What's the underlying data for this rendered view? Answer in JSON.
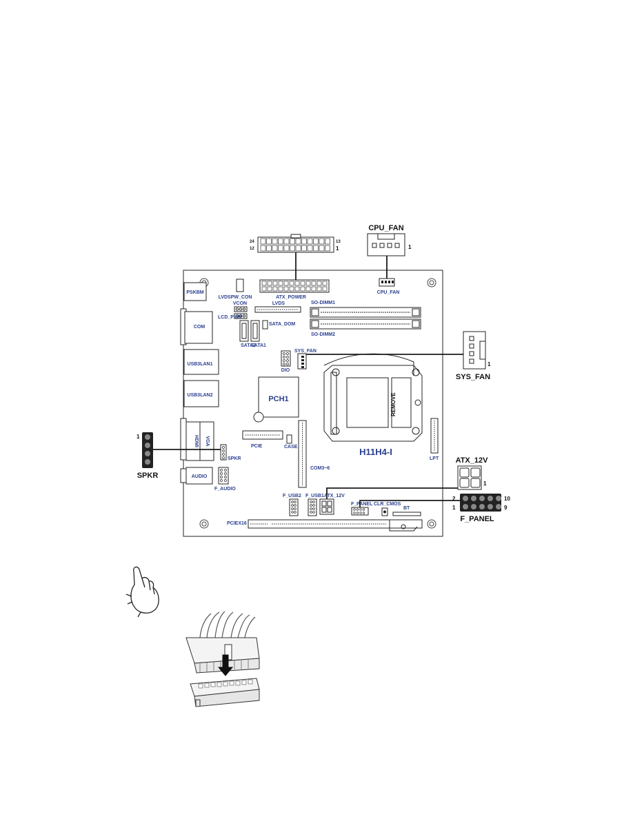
{
  "board": {
    "model": "H11H4-I",
    "chipset": "PCH1",
    "colors": {
      "label": "#2a3f8f",
      "port": "#3e57a8",
      "line": "#1a1a1a"
    }
  },
  "labels": {
    "ps2": "PSKBM",
    "com": "COM",
    "usb_lan1": "USB3LAN1",
    "usb_lan2": "USB3LAN2",
    "hdmi": "HDMI",
    "vga": "VGA",
    "audio": "AUDIO",
    "lvdspw": "LVDSPW_CON",
    "atx_power": "ATX_POWER",
    "cpu_fan_small": "CPU_FAN",
    "lvds": "LVDS",
    "vcon": "VCON",
    "lcd_pwr": "LCD_PWR",
    "sata_dom": "SATA_DOM",
    "sata2": "SATA2",
    "sata1": "SATA1",
    "so_dimm1": "SO-DIMM1",
    "so_dimm2": "SO-DIMM2",
    "sys_fan_small": "SYS_FAN",
    "dio": "DIO",
    "pcie": "PCIE",
    "case": "CASE",
    "spkr_small": "SPKR",
    "com36": "COM3~6",
    "remove": "REMOVE",
    "lpt": "LPT",
    "f_audio": "F_AUDIO",
    "f_usb2": "F_USB2",
    "f_usb1": "F_USB1",
    "atx12v_small": "ATX_12V",
    "f_panel_small": "F_PANEL",
    "clr_cmos": "CLR_CMOS",
    "bt": "BT",
    "pciex16": "PCIEX16"
  },
  "callouts": {
    "cpu_fan": {
      "title": "CPU_FAN",
      "pin": "1"
    },
    "sys_fan": {
      "title": "SYS_FAN",
      "pin": "1"
    },
    "spkr": {
      "title": "SPKR",
      "pin": "1"
    },
    "atx_12v": {
      "title": "ATX_12V",
      "pin": "1"
    },
    "f_panel": {
      "title": "F_PANEL",
      "pin_tl": "2",
      "pin_tr": "10",
      "pin_bl": "1",
      "pin_br": "9"
    },
    "atx_power": {
      "pin_tl": "24",
      "pin_tr": "13",
      "pin_bl": "12",
      "pin_br": "1"
    }
  },
  "icons": [
    "pointing-hand-icon",
    "connector-insertion-illustration"
  ]
}
